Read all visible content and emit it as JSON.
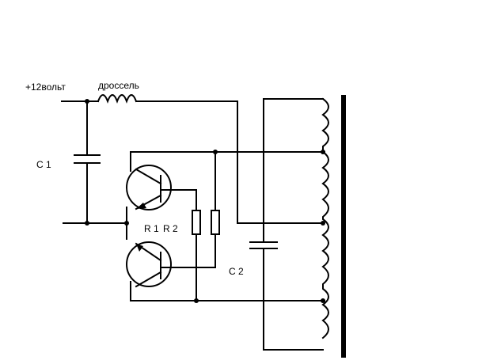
{
  "labels": {
    "supply": "+12вольт",
    "choke": "дроссель",
    "c1": "C 1",
    "c2": "C 2",
    "r1": "R 1",
    "r2": "R 2"
  }
}
